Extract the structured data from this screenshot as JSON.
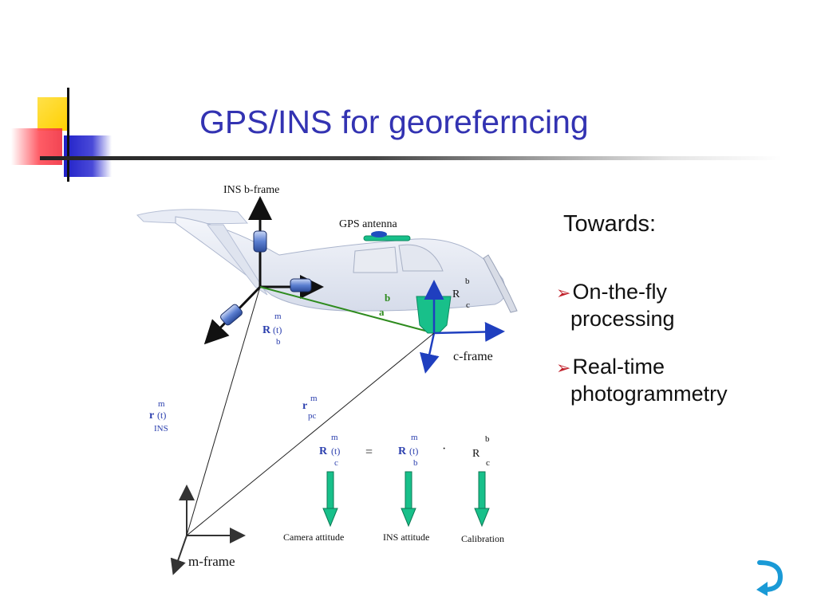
{
  "slide": {
    "title": "GPS/INS for georeferncing"
  },
  "diagram": {
    "labels": {
      "ins_bframe": "INS b-frame",
      "gps_antenna": "GPS antenna",
      "c_frame": "c-frame",
      "m_frame": "m-frame",
      "lever_b": "b",
      "lever_a": "a",
      "camera_attitude": "Camera attitude",
      "ins_attitude": "INS attitude",
      "calibration": "Calibration"
    },
    "symbols": {
      "R": "R",
      "r": "r",
      "m": "m",
      "b": "b",
      "c": "c",
      "t": "(t)",
      "ins": "INS",
      "pc": "pc",
      "equals": "=",
      "dot": "·"
    }
  },
  "bullets": {
    "heading": "Towards:",
    "items": [
      {
        "line1": "On-the-fly",
        "line2": "processing"
      },
      {
        "line1": "Real-time",
        "line2": "photogrammetry"
      }
    ]
  },
  "colors": {
    "title": "#3333b2",
    "formula_blue": "#2b3fae",
    "lever_green": "#2e8b1e",
    "axis_blue": "#1f3fbf",
    "arrow_teal": "#18c08a",
    "bullet_arrow": "#c0202a",
    "nav_icon": "#1a9ad6"
  },
  "icons": [
    "return-arrow-icon",
    "bullet-arrowhead-icon"
  ]
}
